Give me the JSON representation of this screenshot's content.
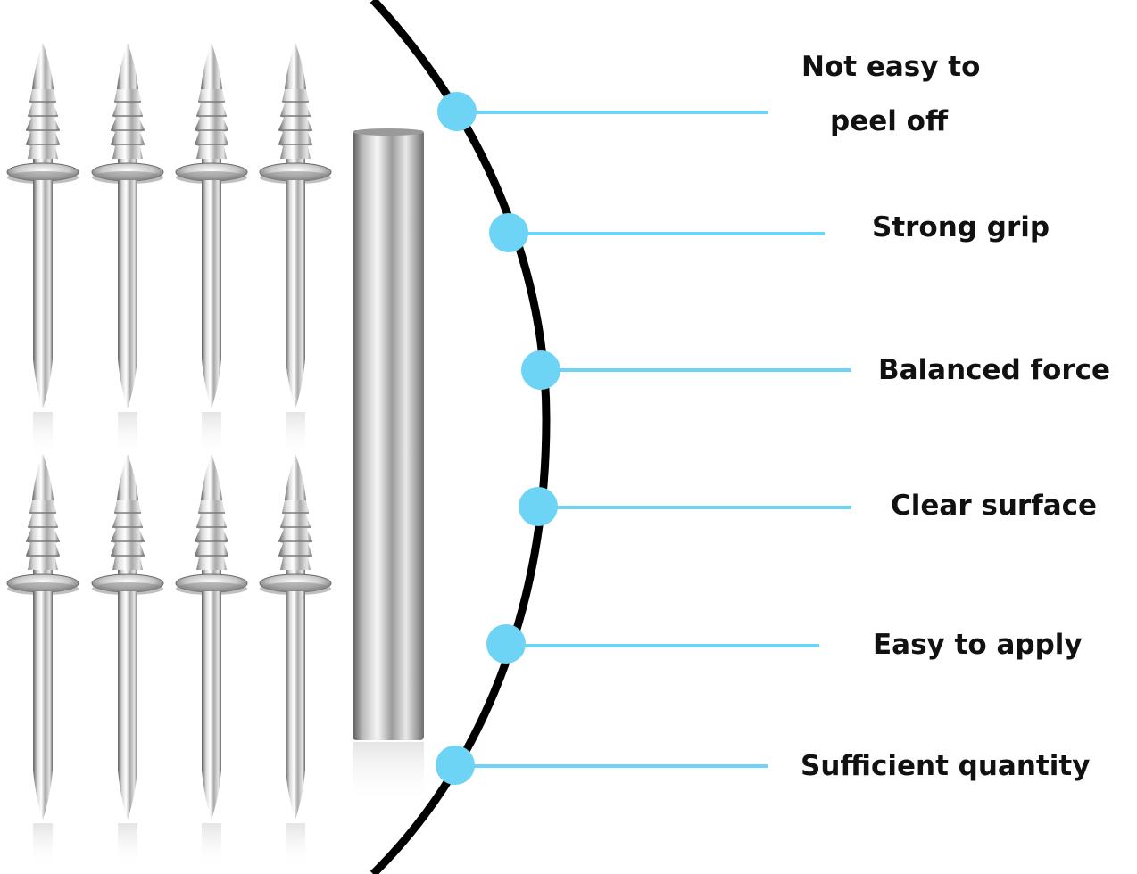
{
  "colors": {
    "accent": "#6dd4f5",
    "curve": "#000000",
    "label": "#111111",
    "metal_light": "#f2f2f2",
    "metal_dark": "#6e6e6e"
  },
  "features": [
    {
      "label": "Not easy to",
      "label2": "peel off"
    },
    {
      "label": "Strong grip"
    },
    {
      "label": "Balanced force"
    },
    {
      "label": "Clear surface"
    },
    {
      "label": "Easy to apply"
    },
    {
      "label": "Sufficient quantity"
    }
  ],
  "pins": {
    "count": 8,
    "icon": "double-headed-nail-icon"
  },
  "rod": {
    "icon": "steel-rod-icon"
  }
}
